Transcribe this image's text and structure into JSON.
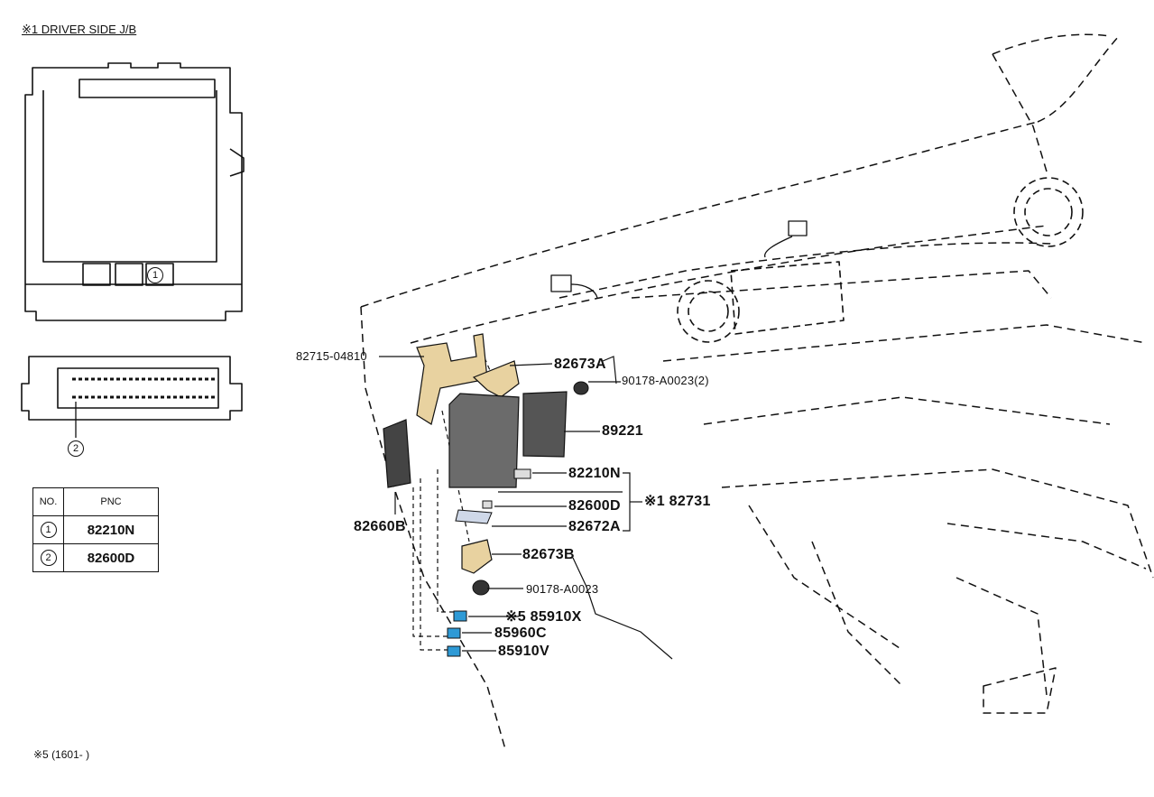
{
  "header": {
    "title": "※1 DRIVER SIDE J/B"
  },
  "jb_callouts": {
    "one": "1",
    "two": "2"
  },
  "pnc_table": {
    "headers": {
      "no": "NO.",
      "pnc": "PNC"
    },
    "rows": [
      {
        "no": "1",
        "pnc": "82210N"
      },
      {
        "no": "2",
        "pnc": "82600D"
      }
    ]
  },
  "parts": {
    "p82715": "82715-04810",
    "p82673A": "82673A",
    "p90178_2": "90178-A0023(2)",
    "p89221": "89221",
    "p82210N": "82210N",
    "p82600D": "82600D",
    "p82731": "※1 82731",
    "p82672A": "82672A",
    "p82660B": "82660B",
    "p82673B": "82673B",
    "p90178": "90178-A0023",
    "p85910X": "※5 85910X",
    "p85960C": "85960C",
    "p85910V": "85910V"
  },
  "footnote": "※5 (1601-      )",
  "colors": {
    "bracket": "#e8d2a0",
    "module": "#6b6b6b",
    "relay": "#2e9ad6",
    "line": "#111111"
  }
}
